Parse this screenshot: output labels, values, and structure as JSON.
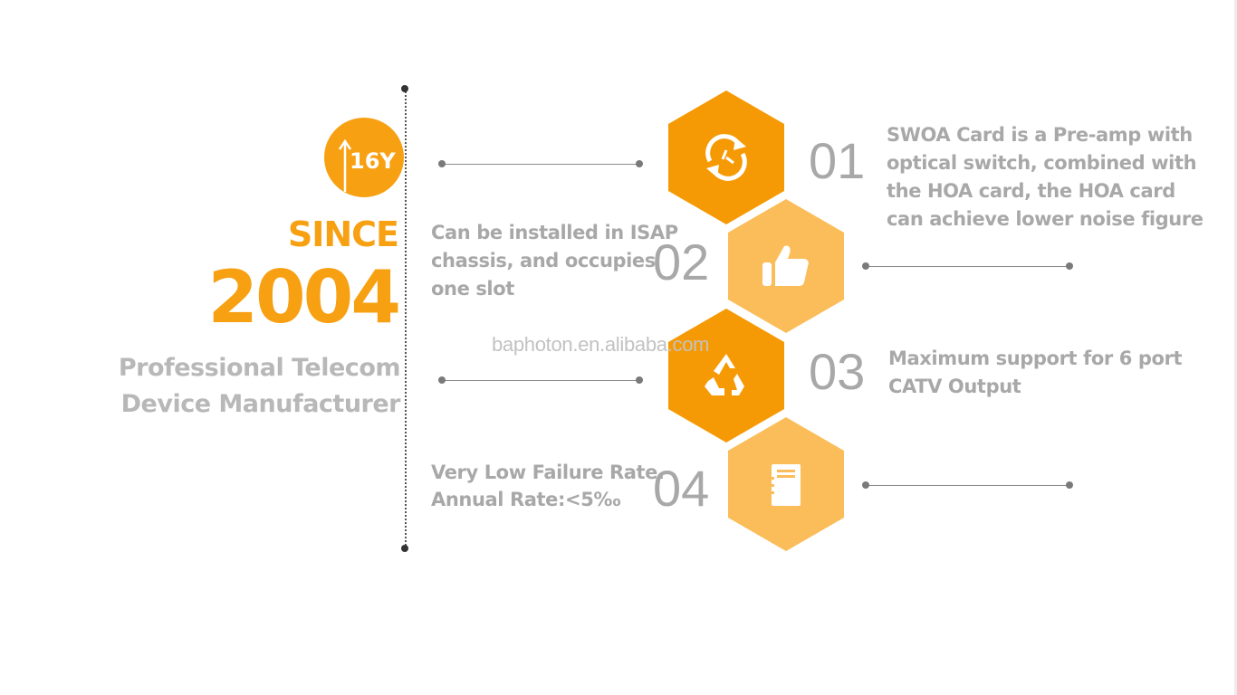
{
  "badge": {
    "text": "16Y",
    "icon": "up-arrow-icon"
  },
  "since_label": "SINCE",
  "year": "2004",
  "tagline": [
    "Professional Telecom",
    "Device Manufacturer"
  ],
  "watermark": "baphoton.en.alibaba.com",
  "colors": {
    "accent": "#f59a05",
    "accent_light": "#fbbd5a",
    "text_gray": "#a8a8a8"
  },
  "features": [
    {
      "number": "01",
      "icon": "refresh-icon",
      "lines": [
        "SWOA Card is a Pre-amp with",
        "optical switch, combined with",
        "the HOA card, the HOA card",
        "can achieve lower noise figure"
      ]
    },
    {
      "number": "02",
      "icon": "thumbs-up-icon",
      "lines": [
        "Can be installed in ISAP",
        "chassis, and occupies",
        "one slot"
      ]
    },
    {
      "number": "03",
      "icon": "recycle-icon",
      "lines": [
        "Maximum support for 6 port",
        "CATV Output"
      ]
    },
    {
      "number": "04",
      "icon": "notebook-icon",
      "lines": [
        "Very Low Failure Rate.",
        "Annual Rate:<5‰"
      ]
    }
  ]
}
